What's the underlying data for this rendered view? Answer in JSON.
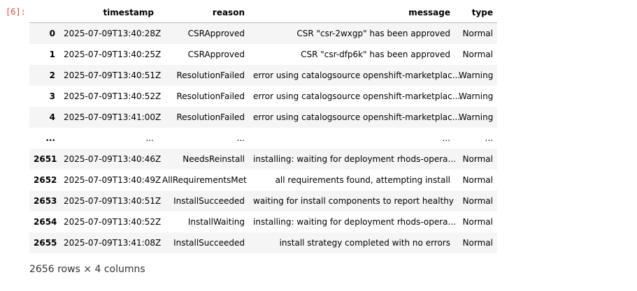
{
  "cell": {
    "prompt": "[6]:"
  },
  "table": {
    "columns": [
      "timestamp",
      "reason",
      "message",
      "type"
    ],
    "rows": [
      {
        "index": "0",
        "timestamp": "2025-07-09T13:40:28Z",
        "reason": "CSRApproved",
        "message": "CSR \"csr-2wxgp\" has been approved",
        "type": "Normal"
      },
      {
        "index": "1",
        "timestamp": "2025-07-09T13:40:25Z",
        "reason": "CSRApproved",
        "message": "CSR \"csr-dfp6k\" has been approved",
        "type": "Normal"
      },
      {
        "index": "2",
        "timestamp": "2025-07-09T13:40:51Z",
        "reason": "ResolutionFailed",
        "message": "error using catalogsource openshift-marketplac...",
        "type": "Warning"
      },
      {
        "index": "3",
        "timestamp": "2025-07-09T13:40:52Z",
        "reason": "ResolutionFailed",
        "message": "error using catalogsource openshift-marketplac...",
        "type": "Warning"
      },
      {
        "index": "4",
        "timestamp": "2025-07-09T13:41:00Z",
        "reason": "ResolutionFailed",
        "message": "error using catalogsource openshift-marketplac...",
        "type": "Warning"
      },
      {
        "index": "...",
        "timestamp": "...",
        "reason": "...",
        "message": "...",
        "type": "..."
      },
      {
        "index": "2651",
        "timestamp": "2025-07-09T13:40:46Z",
        "reason": "NeedsReinstall",
        "message": "installing: waiting for deployment rhods-opera...",
        "type": "Normal"
      },
      {
        "index": "2652",
        "timestamp": "2025-07-09T13:40:49Z",
        "reason": "AllRequirementsMet",
        "message": "all requirements found, attempting install",
        "type": "Normal"
      },
      {
        "index": "2653",
        "timestamp": "2025-07-09T13:40:51Z",
        "reason": "InstallSucceeded",
        "message": "waiting for install components to report healthy",
        "type": "Normal"
      },
      {
        "index": "2654",
        "timestamp": "2025-07-09T13:40:52Z",
        "reason": "InstallWaiting",
        "message": "installing: waiting for deployment rhods-opera...",
        "type": "Normal"
      },
      {
        "index": "2655",
        "timestamp": "2025-07-09T13:41:08Z",
        "reason": "InstallSucceeded",
        "message": "install strategy completed with no errors",
        "type": "Normal"
      }
    ],
    "shape_text": "2656 rows × 4 columns"
  },
  "colors": {
    "prompt": "#d84a3b",
    "row_stripe": "#f5f5f5",
    "header_border": "#bdbdbd"
  }
}
